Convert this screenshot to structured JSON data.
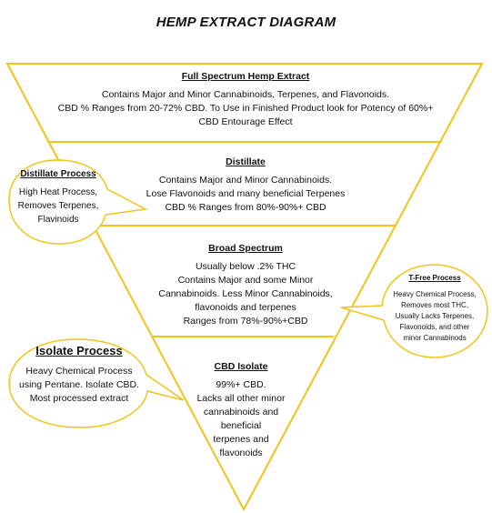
{
  "title": "HEMP EXTRACT DIAGRAM",
  "levels": [
    {
      "heading": "Full Spectrum Hemp Extract",
      "lines": [
        "Contains Major and Minor Cannabinoids, Terpenes, and Flavonoids.",
        "CBD % Ranges from 20-72% CBD. To Use in Finished Product look for Potency of 60%+",
        "CBD Entourage Effect"
      ]
    },
    {
      "heading": "Distillate",
      "lines": [
        "Contains Major and Minor Cannabinoids.",
        "Lose Flavonoids and many beneficial Terpenes",
        "CBD % Ranges from 80%-90%+ CBD"
      ]
    },
    {
      "heading": "Broad Spectrum",
      "lines": [
        "Usually below .2% THC",
        "Contains Major and some Minor",
        "Cannabinoids. Less Minor Cannabinoids,",
        "flavonoids and terpenes",
        "Ranges from 78%-90%+CBD"
      ]
    },
    {
      "heading": "CBD Isolate",
      "lines": [
        "99%+ CBD.",
        "Lacks all other minor",
        "cannabinoids and",
        "beneficial",
        "terpenes and",
        "flavonoids"
      ]
    }
  ],
  "bubbles": [
    {
      "heading": "Distillate Process",
      "lines": [
        "High Heat Process,",
        "Removes Terpenes,",
        "Flavinoids"
      ]
    },
    {
      "heading": "T-Free Process",
      "lines": [
        "Heavy Chemical Process,",
        "Removes most THC,",
        "Usually Lacks Terpenes,",
        "Flavonoids, and other",
        "minor Cannabinods"
      ]
    },
    {
      "heading": "Isolate Process",
      "lines": [
        "Heavy Chemical Process",
        "using Pentane. Isolate CBD.",
        "Most processed extract"
      ]
    }
  ],
  "colors": {
    "outline": "#f0c419",
    "text": "#111111"
  }
}
